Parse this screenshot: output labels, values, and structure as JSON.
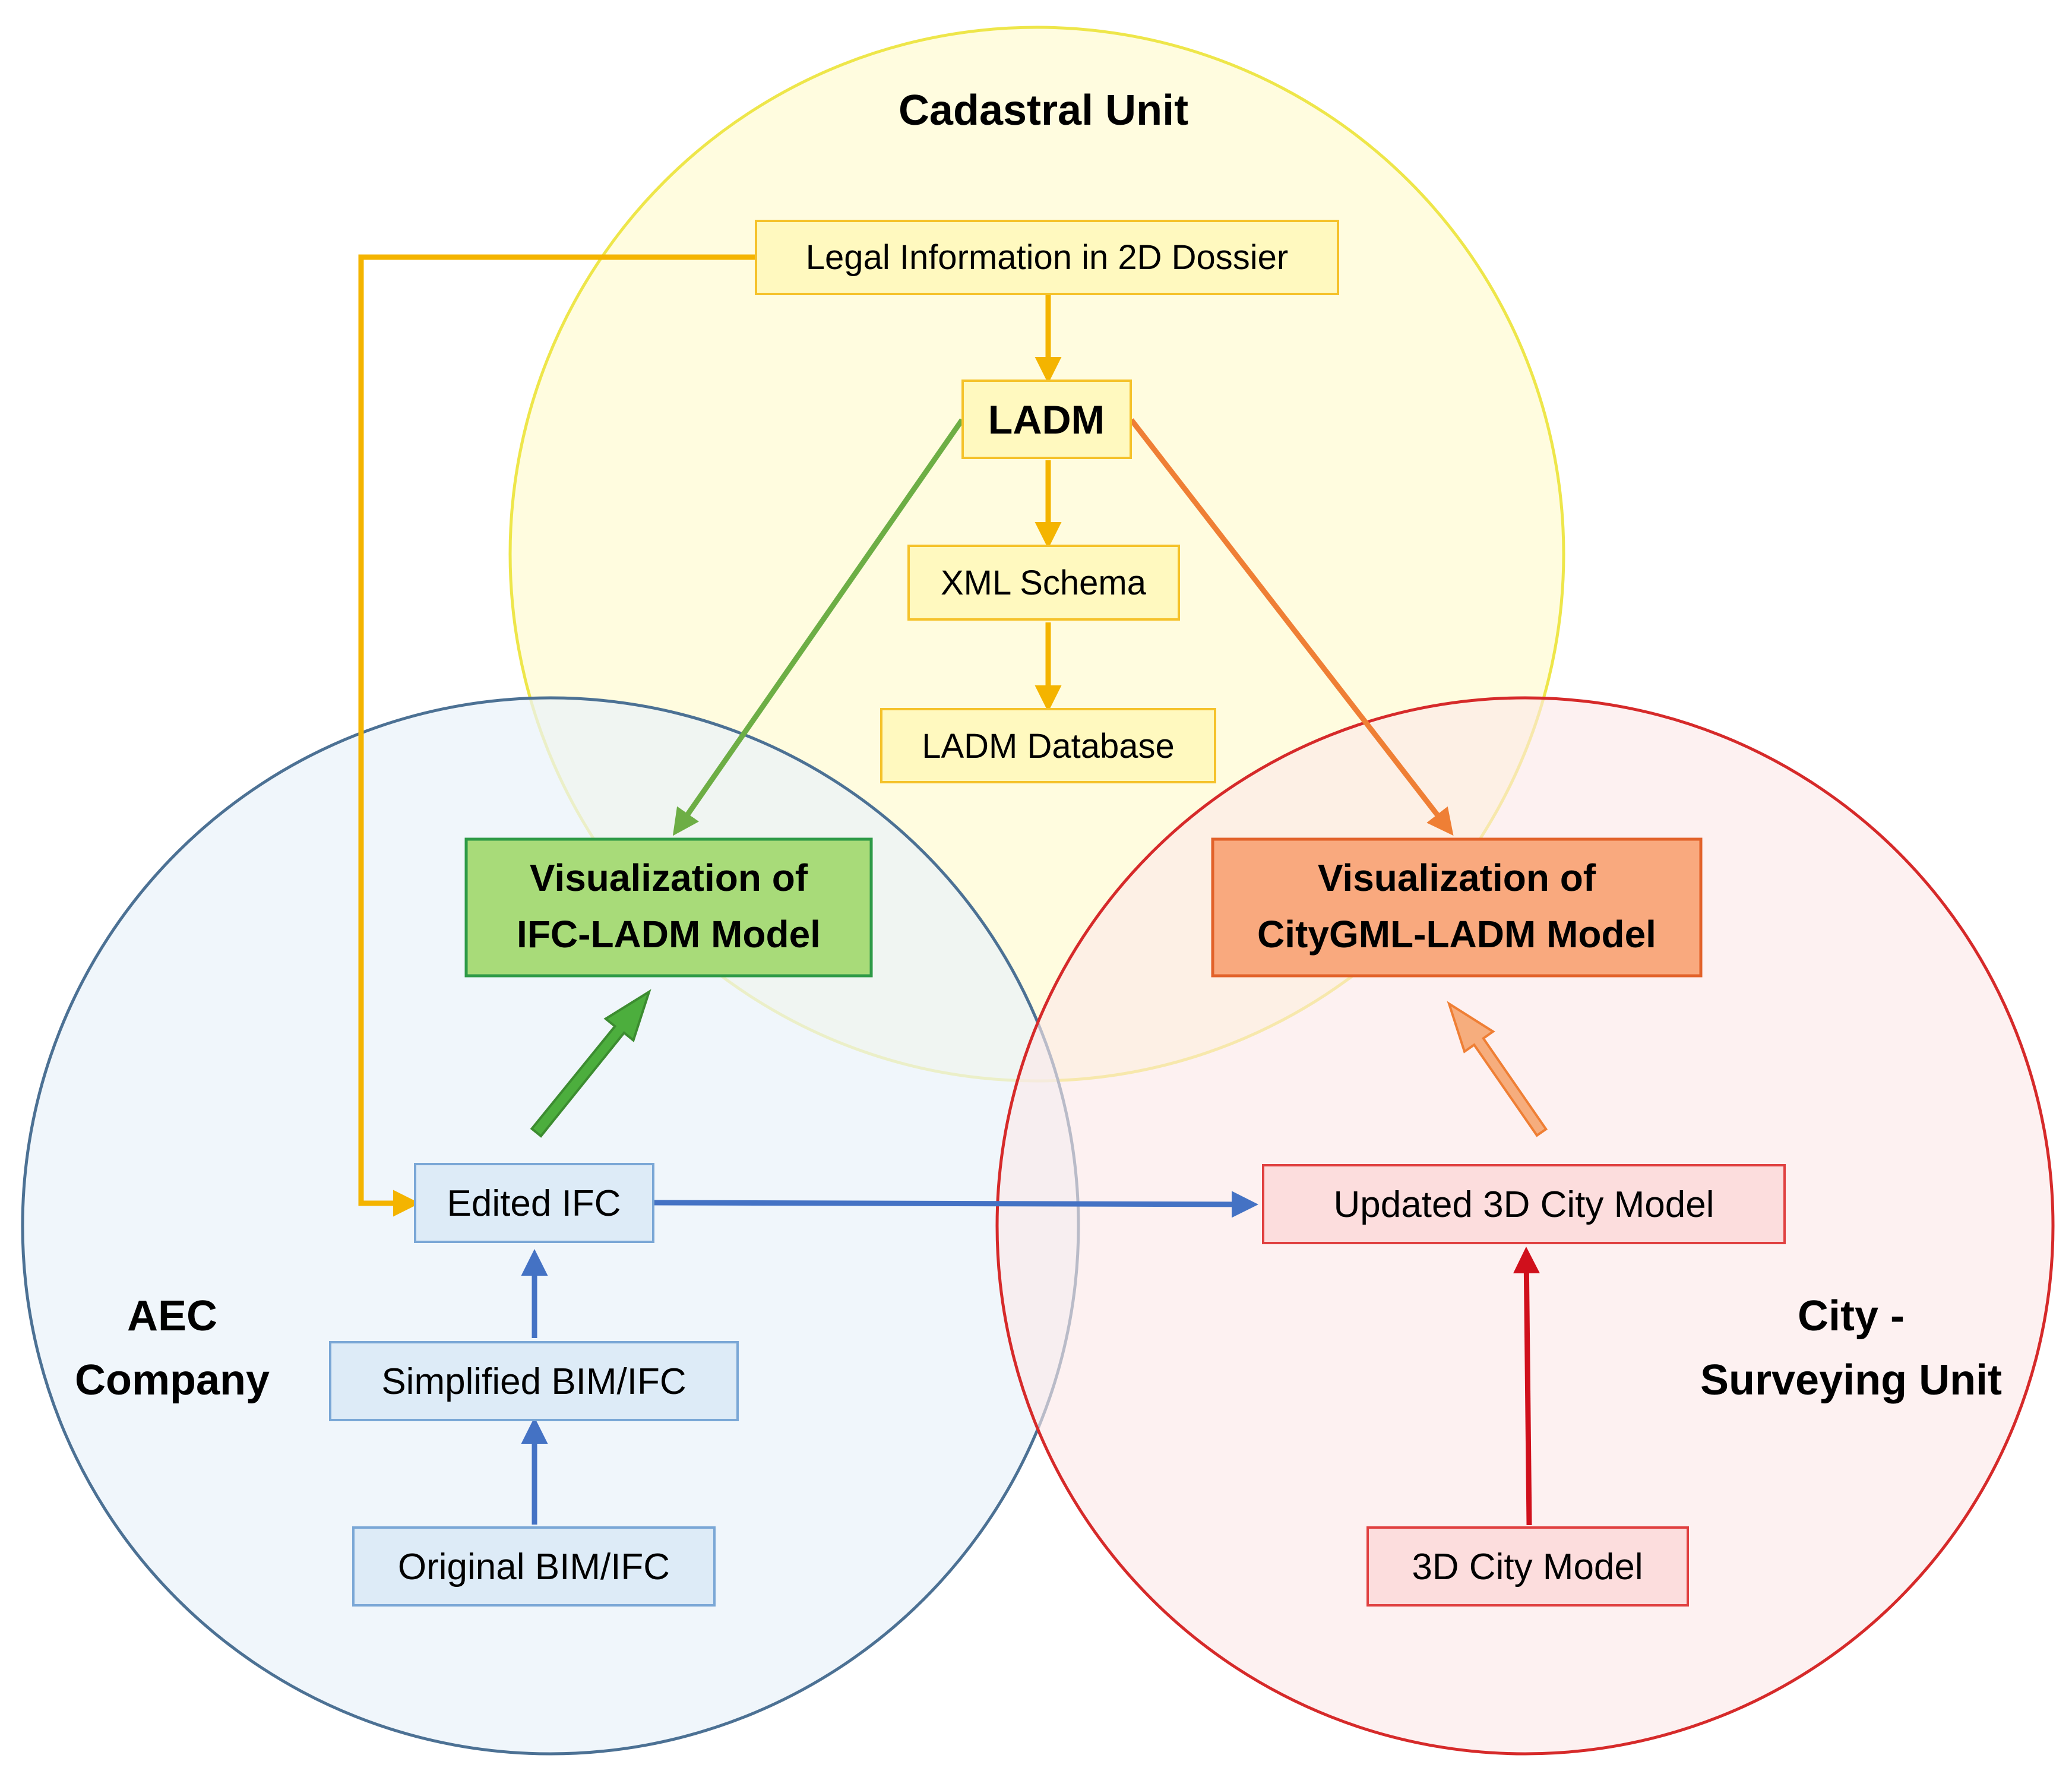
{
  "regions": {
    "cadastral": {
      "label": "Cadastral Unit"
    },
    "aec": {
      "label_line1": "AEC",
      "label_line2": "Company"
    },
    "city": {
      "label_line1": "City -",
      "label_line2": "Surveying Unit"
    }
  },
  "nodes": {
    "legal_info": "Legal Information in 2D Dossier",
    "ladm": "LADM",
    "xml_schema": "XML Schema",
    "ladm_database": "LADM Database",
    "vis_ifc_line1": "Visualization of",
    "vis_ifc_line2": "IFC-LADM Model",
    "vis_city_line1": "Visualization of",
    "vis_city_line2": "CityGML-LADM Model",
    "edited_ifc": "Edited IFC",
    "simplified_bim": "Simplified BIM/IFC",
    "original_bim": "Original BIM/IFC",
    "updated_city": "Updated 3D City Model",
    "city_model": "3D City Model"
  },
  "colors": {
    "yellow_fill": "#FFFBD6",
    "yellow_stroke": "#F2E84A",
    "blue_fill": "#EDF5FA",
    "blue_stroke": "#4C7194",
    "red_fill": "#FCEDEC",
    "red_stroke": "#D62A2A",
    "orange_arrow": "#F4B400",
    "green": "#6DAE45",
    "orange": "#EF7F35",
    "blue_arrow": "#4472C4",
    "red_arrow": "#D0101C"
  }
}
